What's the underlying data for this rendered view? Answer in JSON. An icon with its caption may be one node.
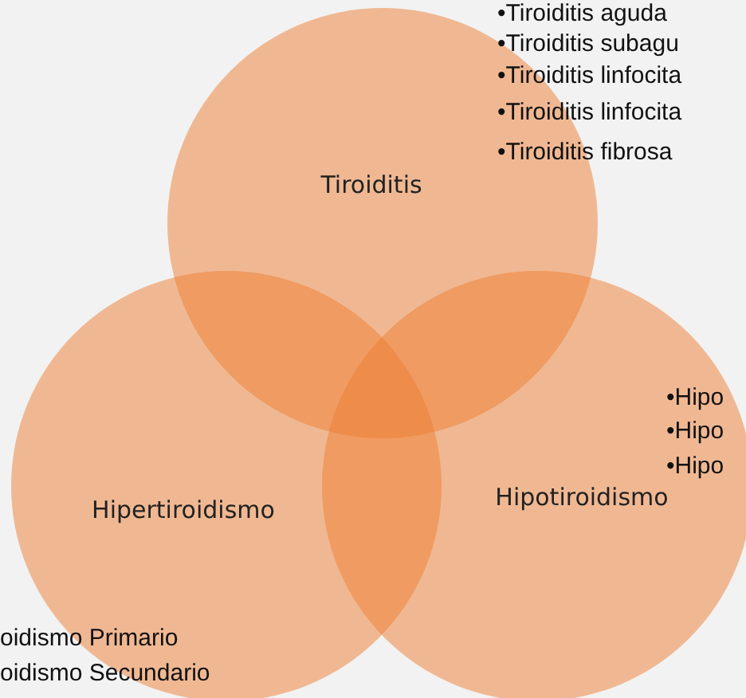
{
  "diagram": {
    "nodes": [
      {
        "text": [
          "Tiroiditis"
        ]
      },
      {
        "text": [
          "Hipertiroidismo"
        ]
      },
      {
        "text": [
          "Hipotiroidismo"
        ]
      }
    ],
    "labels": [
      "•Tiroiditis aguda",
      "•Tiroiditis subagu",
      "•Tiroiditis linfocita",
      "•Tiroiditis linfocita",
      "•Tiroiditis fibrosa",
      "•Hipo",
      "•Hipo",
      "•Hipo",
      "oidismo Primario",
      "oidismo Secundario"
    ]
  }
}
